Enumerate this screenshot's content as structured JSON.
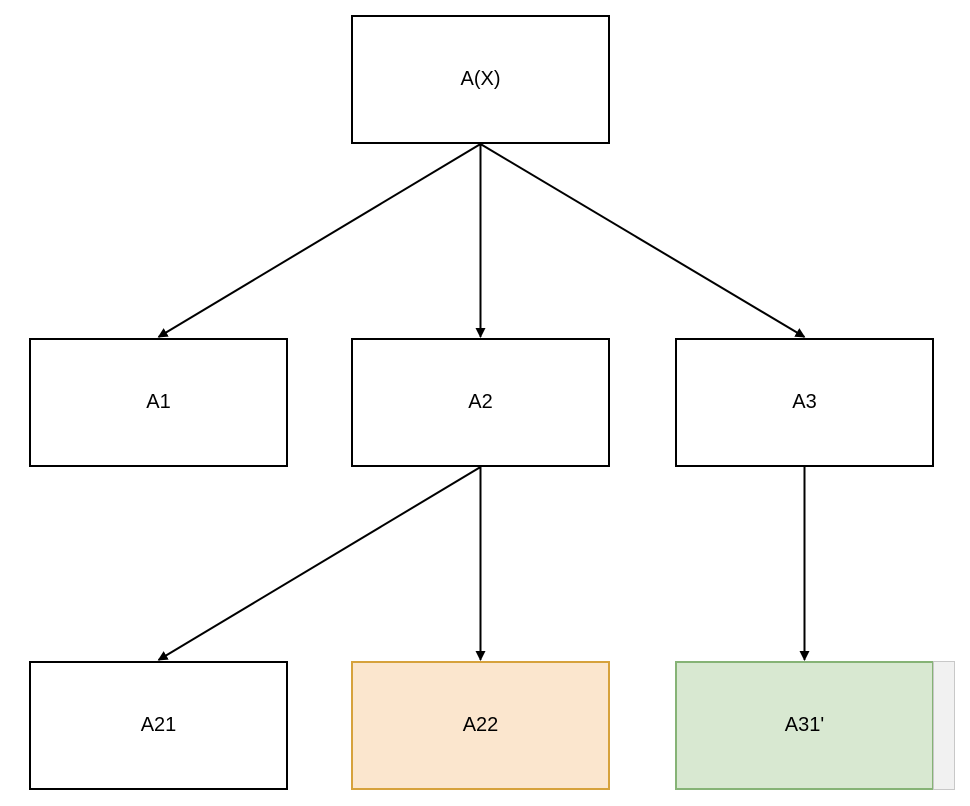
{
  "nodes": {
    "root": {
      "label": "A(X)"
    },
    "a1": {
      "label": "A1"
    },
    "a2": {
      "label": "A2"
    },
    "a3": {
      "label": "A3"
    },
    "a21": {
      "label": "A21"
    },
    "a22": {
      "label": "A22",
      "fill": "#fbe6ce",
      "stroke": "#d6a23c"
    },
    "a31": {
      "label": "A31'",
      "fill": "#d8e8d1",
      "stroke": "#86b376"
    }
  },
  "edges": [
    {
      "from": "root",
      "to": "a1"
    },
    {
      "from": "root",
      "to": "a2"
    },
    {
      "from": "root",
      "to": "a3"
    },
    {
      "from": "a2",
      "to": "a21"
    },
    {
      "from": "a2",
      "to": "a22"
    },
    {
      "from": "a3",
      "to": "a31"
    }
  ],
  "colors": {
    "edge": "#000000",
    "default_fill": "#ffffff",
    "default_stroke": "#000000"
  }
}
